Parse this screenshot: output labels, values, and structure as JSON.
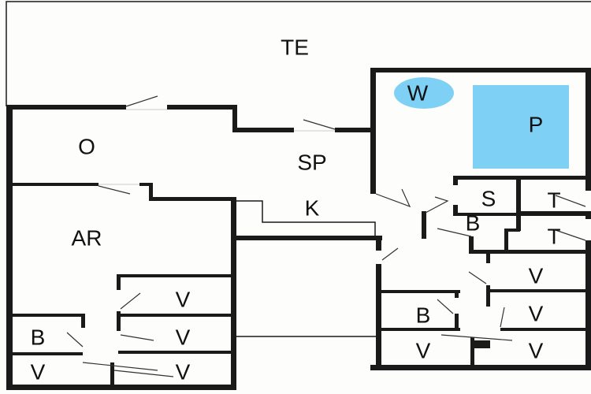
{
  "title": "Floor plan",
  "colors": {
    "wall": "#1a1a1a",
    "pool": "#7fd0f5",
    "background": "#fdfdfb"
  },
  "rooms": {
    "te": "TE",
    "w": "W",
    "p": "P",
    "o": "O",
    "sp": "SP",
    "k": "K",
    "ar": "AR",
    "s": "S",
    "t1": "T",
    "t2": "T",
    "b1": "B",
    "b2": "B",
    "b3": "B",
    "v1": "V",
    "v2": "V",
    "v3": "V",
    "v4": "V",
    "v5": "V",
    "v6": "V",
    "v7": "V",
    "v8": "V"
  }
}
